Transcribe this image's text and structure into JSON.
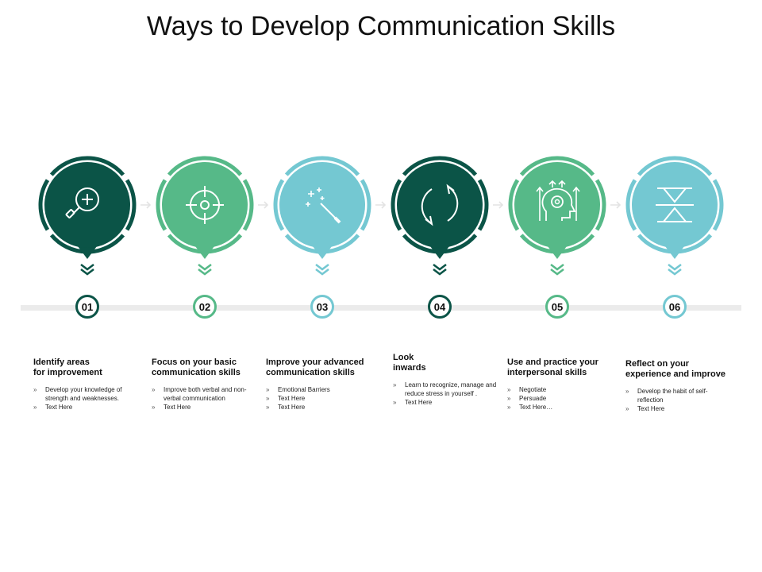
{
  "title": "Ways to Develop Communication Skills",
  "colors": {
    "dark": "#0b5447",
    "green": "#56b988",
    "teal": "#74c8d2"
  },
  "steps": [
    {
      "number": "01",
      "color": "dark",
      "icon": "magnifier-plus-icon",
      "heading": "Identify areas\nfor improvement",
      "bullets": [
        "Develop your knowledge of strength and weaknesses.",
        "Text Here"
      ]
    },
    {
      "number": "02",
      "color": "green",
      "icon": "target-crosshair-icon",
      "heading": "Focus on your basic communication skills",
      "bullets": [
        "Improve both verbal and non-verbal communication",
        "Text Here"
      ]
    },
    {
      "number": "03",
      "color": "teal",
      "icon": "magic-wand-icon",
      "heading": "Improve your advanced communication skills",
      "bullets": [
        "Emotional Barriers",
        "Text Here",
        "Text Here"
      ]
    },
    {
      "number": "04",
      "color": "dark",
      "icon": "refresh-arrows-icon",
      "heading": "Look\n inwards",
      "bullets": [
        "Learn to recognize, manage and reduce stress in yourself .",
        "Text Here"
      ]
    },
    {
      "number": "05",
      "color": "green",
      "icon": "head-gear-arrows-icon",
      "heading": "Use and practice your interpersonal skills",
      "bullets": [
        "Negotiate",
        "Persuade",
        "Text Here…"
      ]
    },
    {
      "number": "06",
      "color": "teal",
      "icon": "hourglass-icon",
      "heading": "Reflect on your\nexperience and improve",
      "bullets": [
        "Develop the habit of self-reflection",
        "Text Here"
      ]
    }
  ],
  "bullet_marker": "»"
}
